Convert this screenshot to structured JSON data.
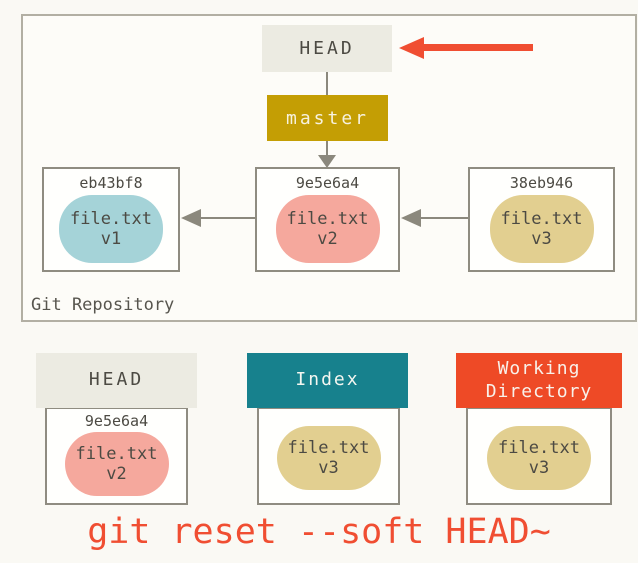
{
  "repository": {
    "label": "Git Repository",
    "head": {
      "label": "HEAD"
    },
    "branch": {
      "label": "master"
    },
    "commits": [
      {
        "hash": "eb43bf8",
        "file": "file.txt",
        "version": "v1",
        "blob_color": "#a5d3d8"
      },
      {
        "hash": "9e5e6a4",
        "file": "file.txt",
        "version": "v2",
        "blob_color": "#f5a89d"
      },
      {
        "hash": "38eb946",
        "file": "file.txt",
        "version": "v3",
        "blob_color": "#e2cf90"
      }
    ]
  },
  "areas": [
    {
      "title": "HEAD",
      "hash": "9e5e6a4",
      "file": "file.txt",
      "version": "v2",
      "header_color": "#ecebe2",
      "blob_color": "#f5a89d"
    },
    {
      "title": "Index",
      "file": "file.txt",
      "version": "v3",
      "header_color": "#17818d",
      "blob_color": "#e2cf90"
    },
    {
      "title": "Working Directory",
      "file": "file.txt",
      "version": "v3",
      "header_color": "#ee4a26",
      "blob_color": "#e2cf90"
    }
  ],
  "caption": "git reset --soft HEAD~",
  "colors": {
    "accent_red": "#f04e32",
    "branch_gold": "#c49e04",
    "index_teal": "#17818d",
    "working_dir_orange": "#ee4a26",
    "arrow_gray": "#8b887d",
    "blob_blue": "#a5d3d8",
    "blob_pink": "#f5a89d",
    "blob_yellow": "#e2cf90"
  }
}
